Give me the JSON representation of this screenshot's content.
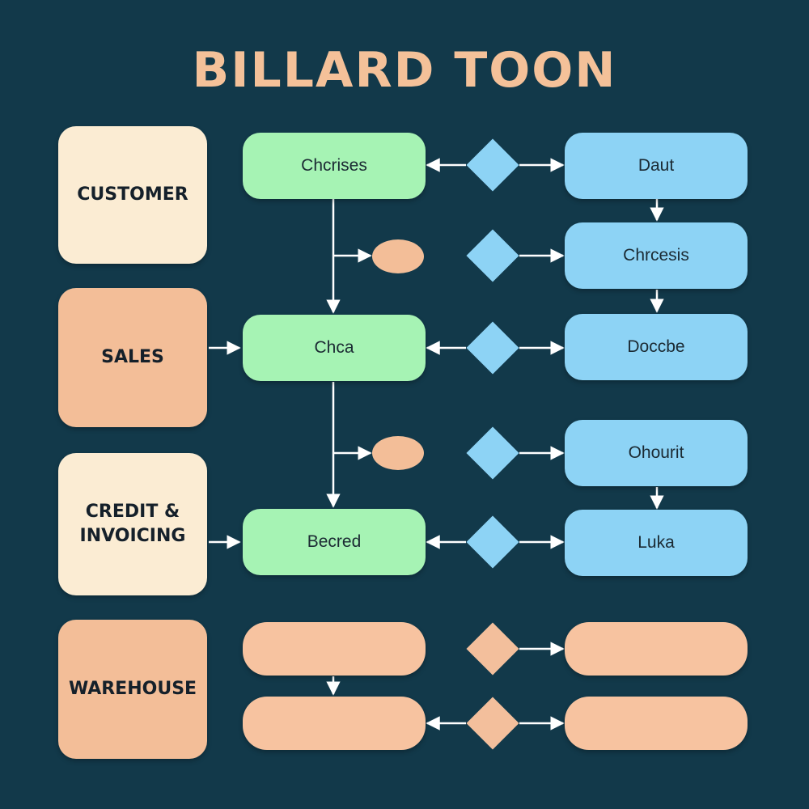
{
  "title": "BILLARD TOON",
  "colors": {
    "background": "#12394a",
    "title": "#f4c199",
    "lane_cream": "#fbecd3",
    "lane_peach": "#f3be98",
    "node_green": "#a6f3b4",
    "node_blue": "#8dd3f5",
    "node_peach": "#f7c3a0",
    "diamond_blue": "#8dd3f5",
    "diamond_peach": "#f3bf9c",
    "oval": "#f3be98",
    "arrow": "#ffffff"
  },
  "lanes": [
    {
      "label": "CUSTOMER"
    },
    {
      "label": "SALES"
    },
    {
      "label": "CREDIT &\nINVOICING"
    },
    {
      "label": "WAREHOUSE"
    }
  ],
  "process_nodes": [
    {
      "label": "Chcrises"
    },
    {
      "label": "Chca"
    },
    {
      "label": "Becred"
    }
  ],
  "output_nodes": [
    {
      "label": "Daut"
    },
    {
      "label": "Chrcesis"
    },
    {
      "label": "Doccbe"
    },
    {
      "label": "Ohourit"
    },
    {
      "label": "Luka"
    }
  ],
  "warehouse_nodes": [
    {
      "label": ""
    },
    {
      "label": ""
    },
    {
      "label": ""
    },
    {
      "label": ""
    }
  ]
}
